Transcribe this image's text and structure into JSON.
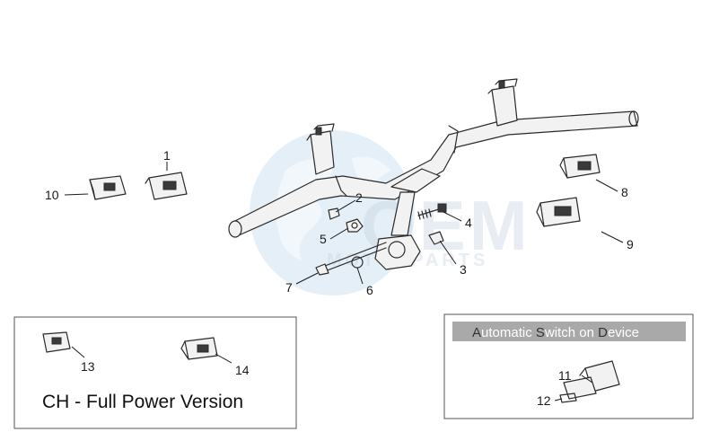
{
  "watermark": {
    "brand": "OEM",
    "subtitle": "MOTORPARTS"
  },
  "callouts": [
    {
      "id": "1",
      "text": "1"
    },
    {
      "id": "2",
      "text": "2"
    },
    {
      "id": "3",
      "text": "3"
    },
    {
      "id": "4",
      "text": "4"
    },
    {
      "id": "5",
      "text": "5"
    },
    {
      "id": "6",
      "text": "6"
    },
    {
      "id": "7",
      "text": "7"
    },
    {
      "id": "8",
      "text": "8"
    },
    {
      "id": "9",
      "text": "9"
    },
    {
      "id": "10",
      "text": "10"
    },
    {
      "id": "11",
      "text": "11"
    },
    {
      "id": "12",
      "text": "12"
    },
    {
      "id": "13",
      "text": "13"
    },
    {
      "id": "14",
      "text": "14"
    }
  ],
  "ch_box": {
    "caption": "CH - Full Power Version"
  },
  "auto_box": {
    "title_parts": [
      {
        "text": "A",
        "emph": true
      },
      {
        "text": "utomatic ",
        "emph": false
      },
      {
        "text": "S",
        "emph": true
      },
      {
        "text": "witch on ",
        "emph": false
      },
      {
        "text": "D",
        "emph": true
      },
      {
        "text": "evice",
        "emph": false
      }
    ],
    "title_bg": "#a9a9a9"
  },
  "colors": {
    "watermark_globe": "#bcd6ea",
    "watermark_text": "#9fb6cc"
  }
}
